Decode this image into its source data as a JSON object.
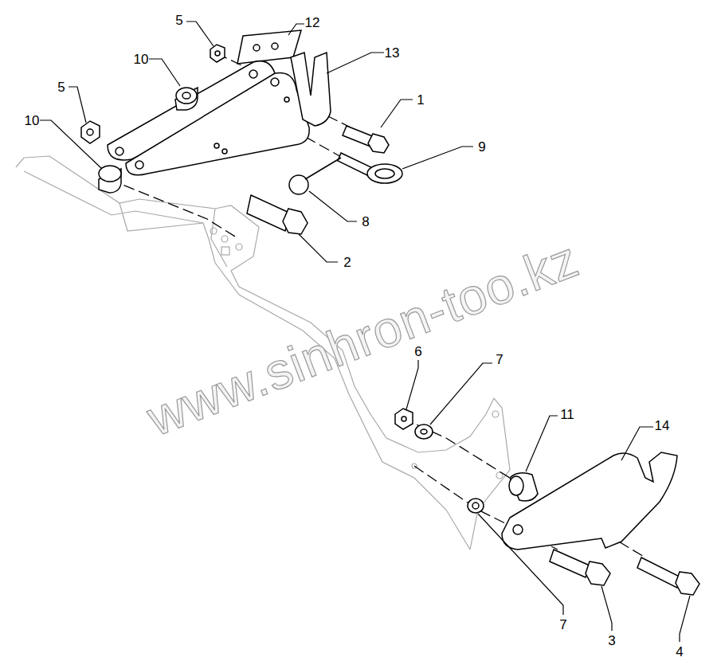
{
  "diagram": {
    "labels": [
      "5",
      "12",
      "13",
      "10",
      "5",
      "10",
      "1",
      "9",
      "8",
      "2",
      "www.sinhron-too.kz",
      "6",
      "7",
      "11",
      "14",
      "7",
      "3",
      "4"
    ]
  }
}
